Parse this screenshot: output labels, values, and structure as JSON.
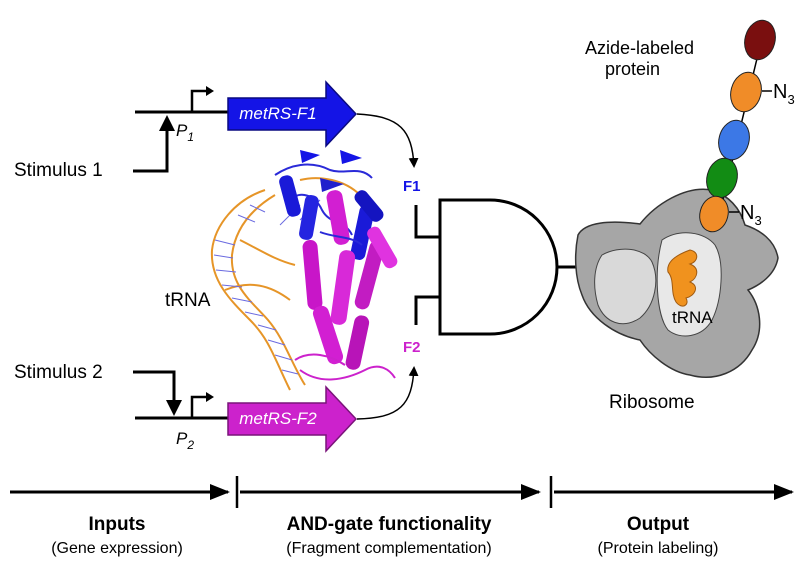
{
  "genes": {
    "f1": {
      "name": "metRS-F1",
      "promoter_letter": "P",
      "promoter_sub": "1",
      "color": "#1414e6"
    },
    "f2": {
      "name": "metRS-F2",
      "promoter_letter": "P",
      "promoter_sub": "2",
      "color": "#cc22cc"
    }
  },
  "stimuli": {
    "s1": "Stimulus 1",
    "s2": "Stimulus 2"
  },
  "gate": {
    "in1": "F1",
    "in2": "F2"
  },
  "structure": {
    "trna_label": "tRNA"
  },
  "ribosome": {
    "label": "Ribosome",
    "trna_label": "tRNA"
  },
  "protein": {
    "title_line1": "Azide-labeled",
    "title_line2": "protein",
    "azide": "N",
    "azide_sub": "3",
    "bead_colors": [
      "#7a0f0f",
      "#f08c28",
      "#3c78e6",
      "#128c14",
      "#f08c28"
    ]
  },
  "timeline": [
    {
      "title": "Inputs",
      "subtitle": "(Gene expression)"
    },
    {
      "title": "AND-gate functionality",
      "subtitle": "(Fragment complementation)"
    },
    {
      "title": "Output",
      "subtitle": "(Protein labeling)"
    }
  ]
}
